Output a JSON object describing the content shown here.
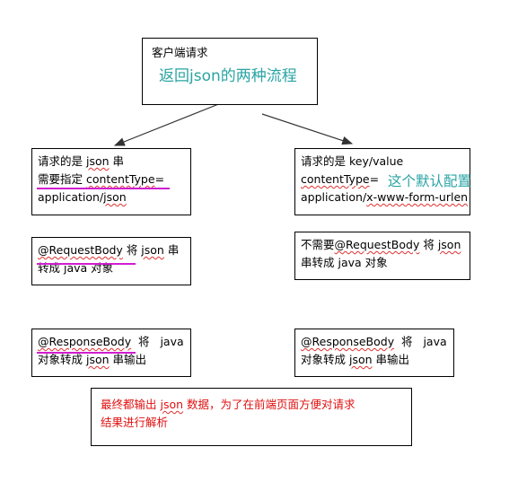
{
  "top": {
    "title": "客户端请求",
    "subtitle": "返回json的两种流程"
  },
  "left": {
    "box1": {
      "line1_pre": "请求的是 ",
      "line1_json": "json",
      "line1_post": " 串",
      "line2_pre": "需要指定 ",
      "line2_ct": "contentType",
      "line2_post": "=",
      "line3_pre": "application/",
      "line3_json": "json"
    },
    "box2": {
      "line1_rb": "@RequestBody",
      "line1_mid": " 将 ",
      "line1_json": "json",
      "line1_post": " 串",
      "line2": "转成 java 对象"
    },
    "box3": {
      "line1_rb": "@ResponseBody",
      "line1_post": "  将   java",
      "line2_pre": "对象转成 ",
      "line2_json": "json",
      "line2_post": " 串输出"
    }
  },
  "right": {
    "box1": {
      "line1": "请求的是 key/value",
      "line2_ct": "contentType",
      "line2_post": "=",
      "note": "这个默认配置",
      "line3_pre": "application/",
      "line3_xwww": "x-www-form-urlen"
    },
    "box2": {
      "line1_pre": "不需要",
      "line1_rb": "@RequestBody",
      "line1_mid": " 将 ",
      "line1_json": "json",
      "line2": "串转成 java 对象"
    },
    "box3": {
      "line1_rb": "@ResponseBody",
      "line1_post": "  将   java",
      "line2_pre": "对象转成 ",
      "line2_json": "json",
      "line2_post": " 串输出"
    }
  },
  "bottom": {
    "line1_pre": "最终都输出 ",
    "line1_json": "json",
    "line1_post": " 数据，为了在前端页面方便对请求",
    "line2": "结果进行解析"
  },
  "colors": {
    "teal_text": "#2aa3a3",
    "red_text": "#e01010",
    "highlight_underline": "#d01ed0",
    "spellcheck_squiggle": "#e03030"
  }
}
